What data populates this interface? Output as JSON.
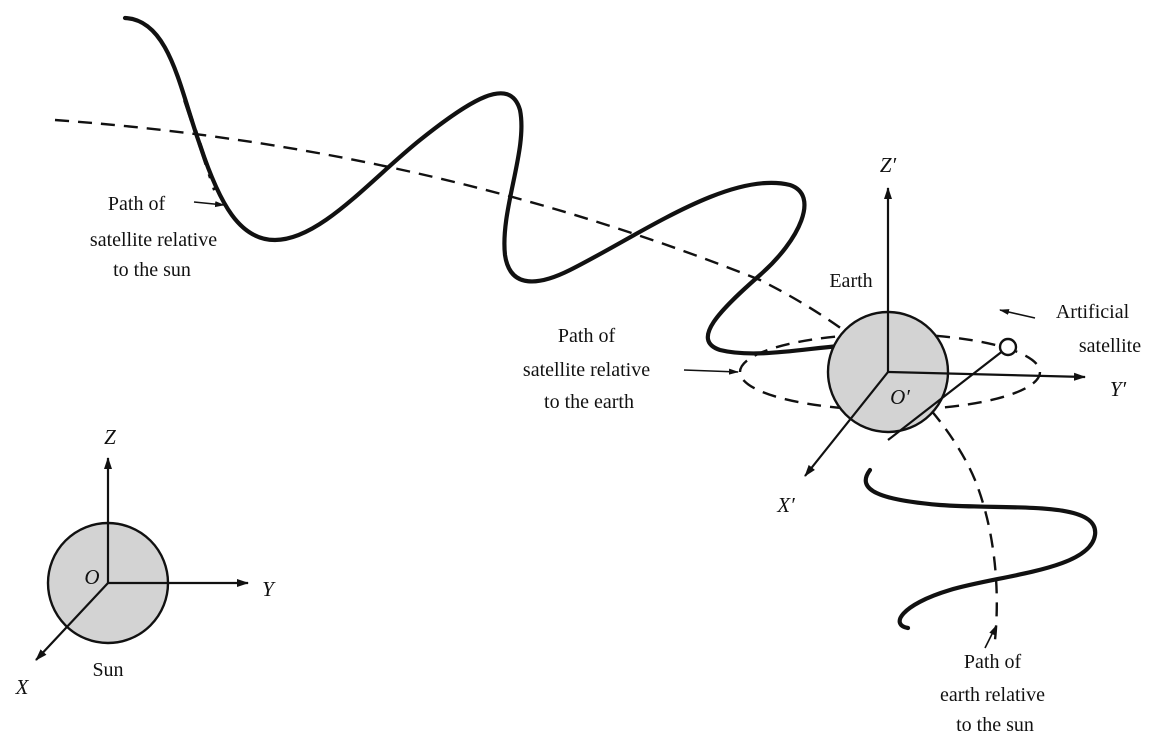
{
  "labels": {
    "path_sat_sun": [
      "Path of",
      "satellite relative",
      "to the sun"
    ],
    "path_sat_earth": [
      "Path of",
      "satellite relative",
      "to the earth"
    ],
    "path_earth_sun": [
      "Path of",
      "earth relative",
      "to the sun"
    ],
    "earth": "Earth",
    "sun": "Sun",
    "satellite": [
      "Artificial",
      "satellite"
    ]
  },
  "sun_axes": {
    "origin": "O",
    "x": "X",
    "y": "Y",
    "z": "Z"
  },
  "earth_axes": {
    "origin": "O′",
    "x": "X′",
    "y": "Y′",
    "z": "Z′"
  },
  "colors": {
    "body_fill": "#d3d3d3",
    "stroke": "#111111"
  }
}
